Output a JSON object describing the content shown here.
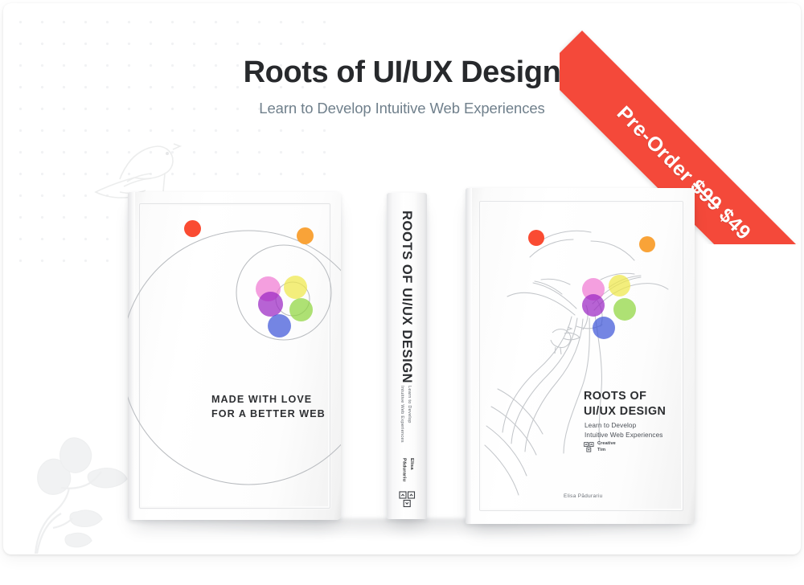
{
  "page": {
    "background_color": "#ffffff",
    "card_background": "#ffffff"
  },
  "header": {
    "title": "Roots of UI/UX Design",
    "subtitle": "Learn to Develop Intuitive Web Experiences",
    "title_color": "#27292c",
    "subtitle_color": "#70808c"
  },
  "ribbon": {
    "label": "Pre-Order",
    "old_price": "$99",
    "new_price": "$49",
    "background_color": "#f4493a",
    "text_color": "#ffffff"
  },
  "books": {
    "back_cover": {
      "tagline_line1": "MADE WITH LOVE",
      "tagline_line2": "FOR A BETTER WEB",
      "text_color": "#2e3033"
    },
    "spine": {
      "title": "ROOTS OF UI/UX DESIGN",
      "subtitle_line1": "Learn to Develop",
      "subtitle_line2": "Intuitive Web Experiences",
      "author_line1": "Elisa",
      "author_line2": "Pădurariu",
      "logo_name": "creative-tim-logo"
    },
    "front_cover": {
      "title_line1": "ROOTS OF",
      "title_line2": "UI/UX DESIGN",
      "subtitle_line1": "Learn to Develop",
      "subtitle_line2": "Intuitive Web Experiences",
      "brand_line1": "Creative",
      "brand_line2": "Tim",
      "author": "Elisa Pădurariu"
    }
  },
  "accents": {
    "red": "#fa4b32",
    "orange": "#f9a338",
    "pink": "#f07ad2",
    "purple": "#9b27c4",
    "yellow": "#eee84a",
    "green": "#8fd63e",
    "blue": "#3f56d8"
  },
  "decorations": {
    "bird_watermark": "bird-icon",
    "leaf_watermark": "leaf-icon",
    "dot_grid": "dot-grid-pattern"
  }
}
